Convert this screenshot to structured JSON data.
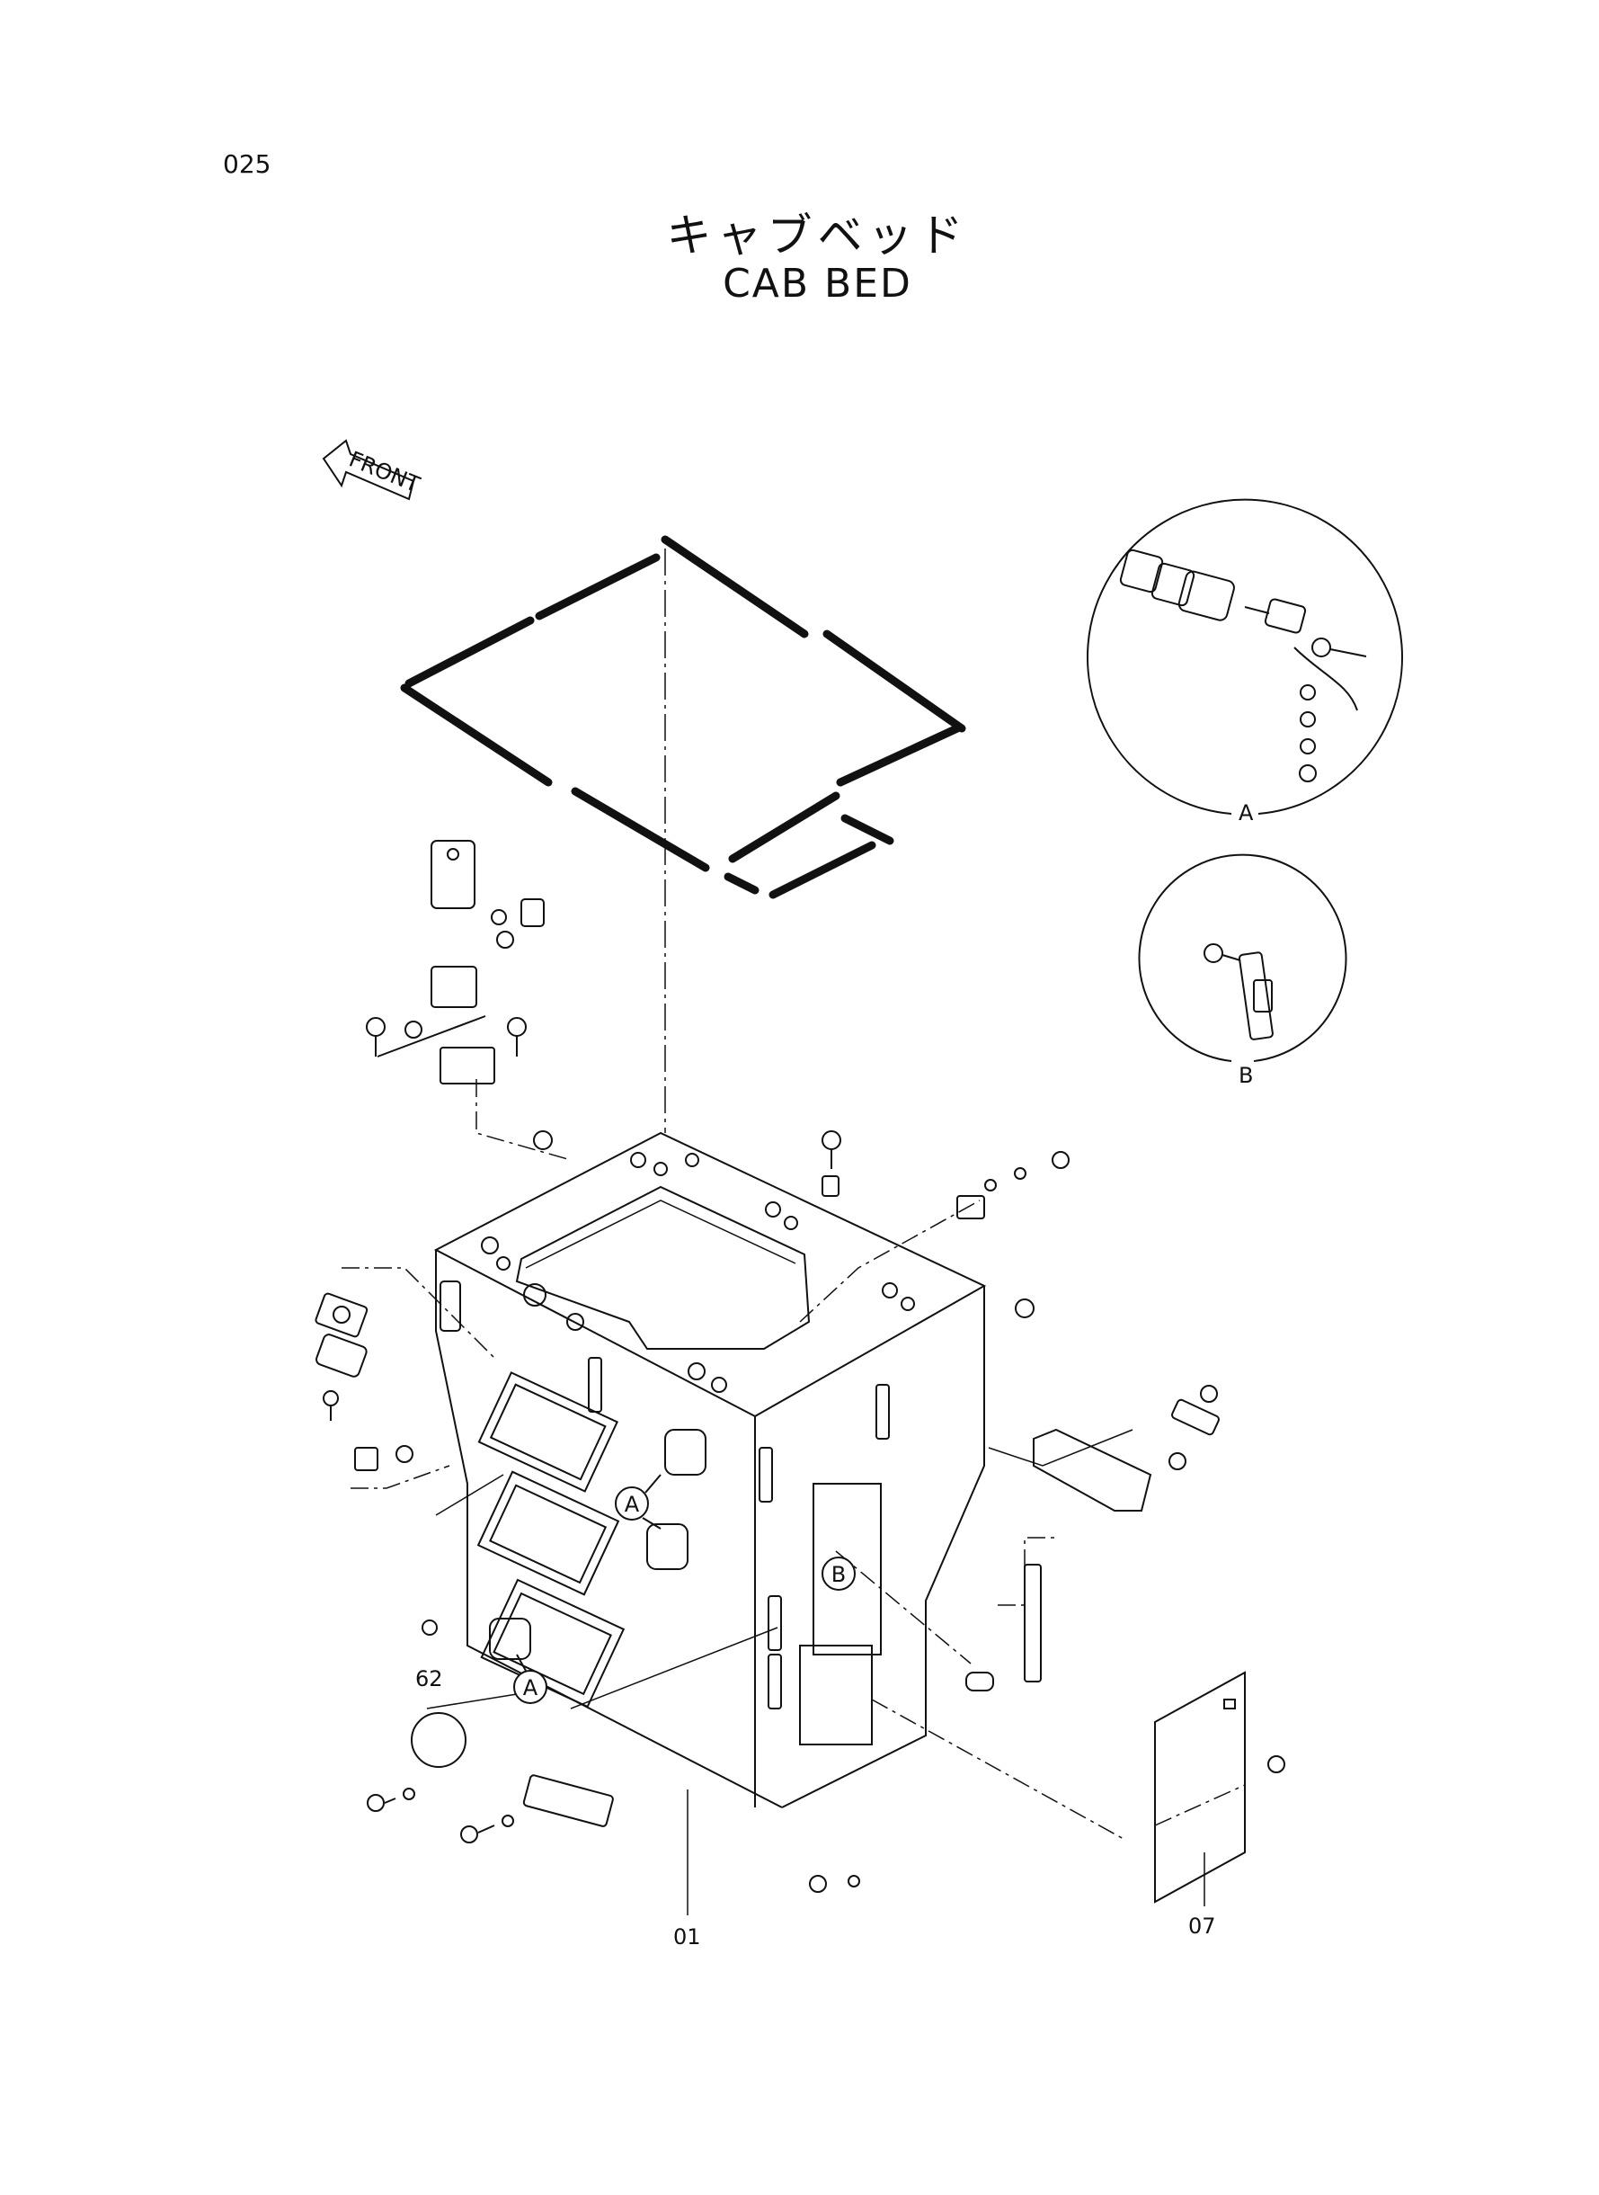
{
  "page": {
    "number": "025"
  },
  "title": {
    "japanese": "キャブベッド",
    "english": "CAB  BED"
  },
  "front_marker": {
    "label": "FRONT"
  },
  "detail_views": [
    {
      "id": "detail-a",
      "label": "A"
    },
    {
      "id": "detail-b",
      "label": "B"
    }
  ],
  "callouts": [
    {
      "label": "A"
    },
    {
      "label": "A"
    },
    {
      "label": "B"
    }
  ],
  "part_numbers": [
    {
      "label": "62"
    },
    {
      "label": "01"
    },
    {
      "label": "07"
    }
  ]
}
